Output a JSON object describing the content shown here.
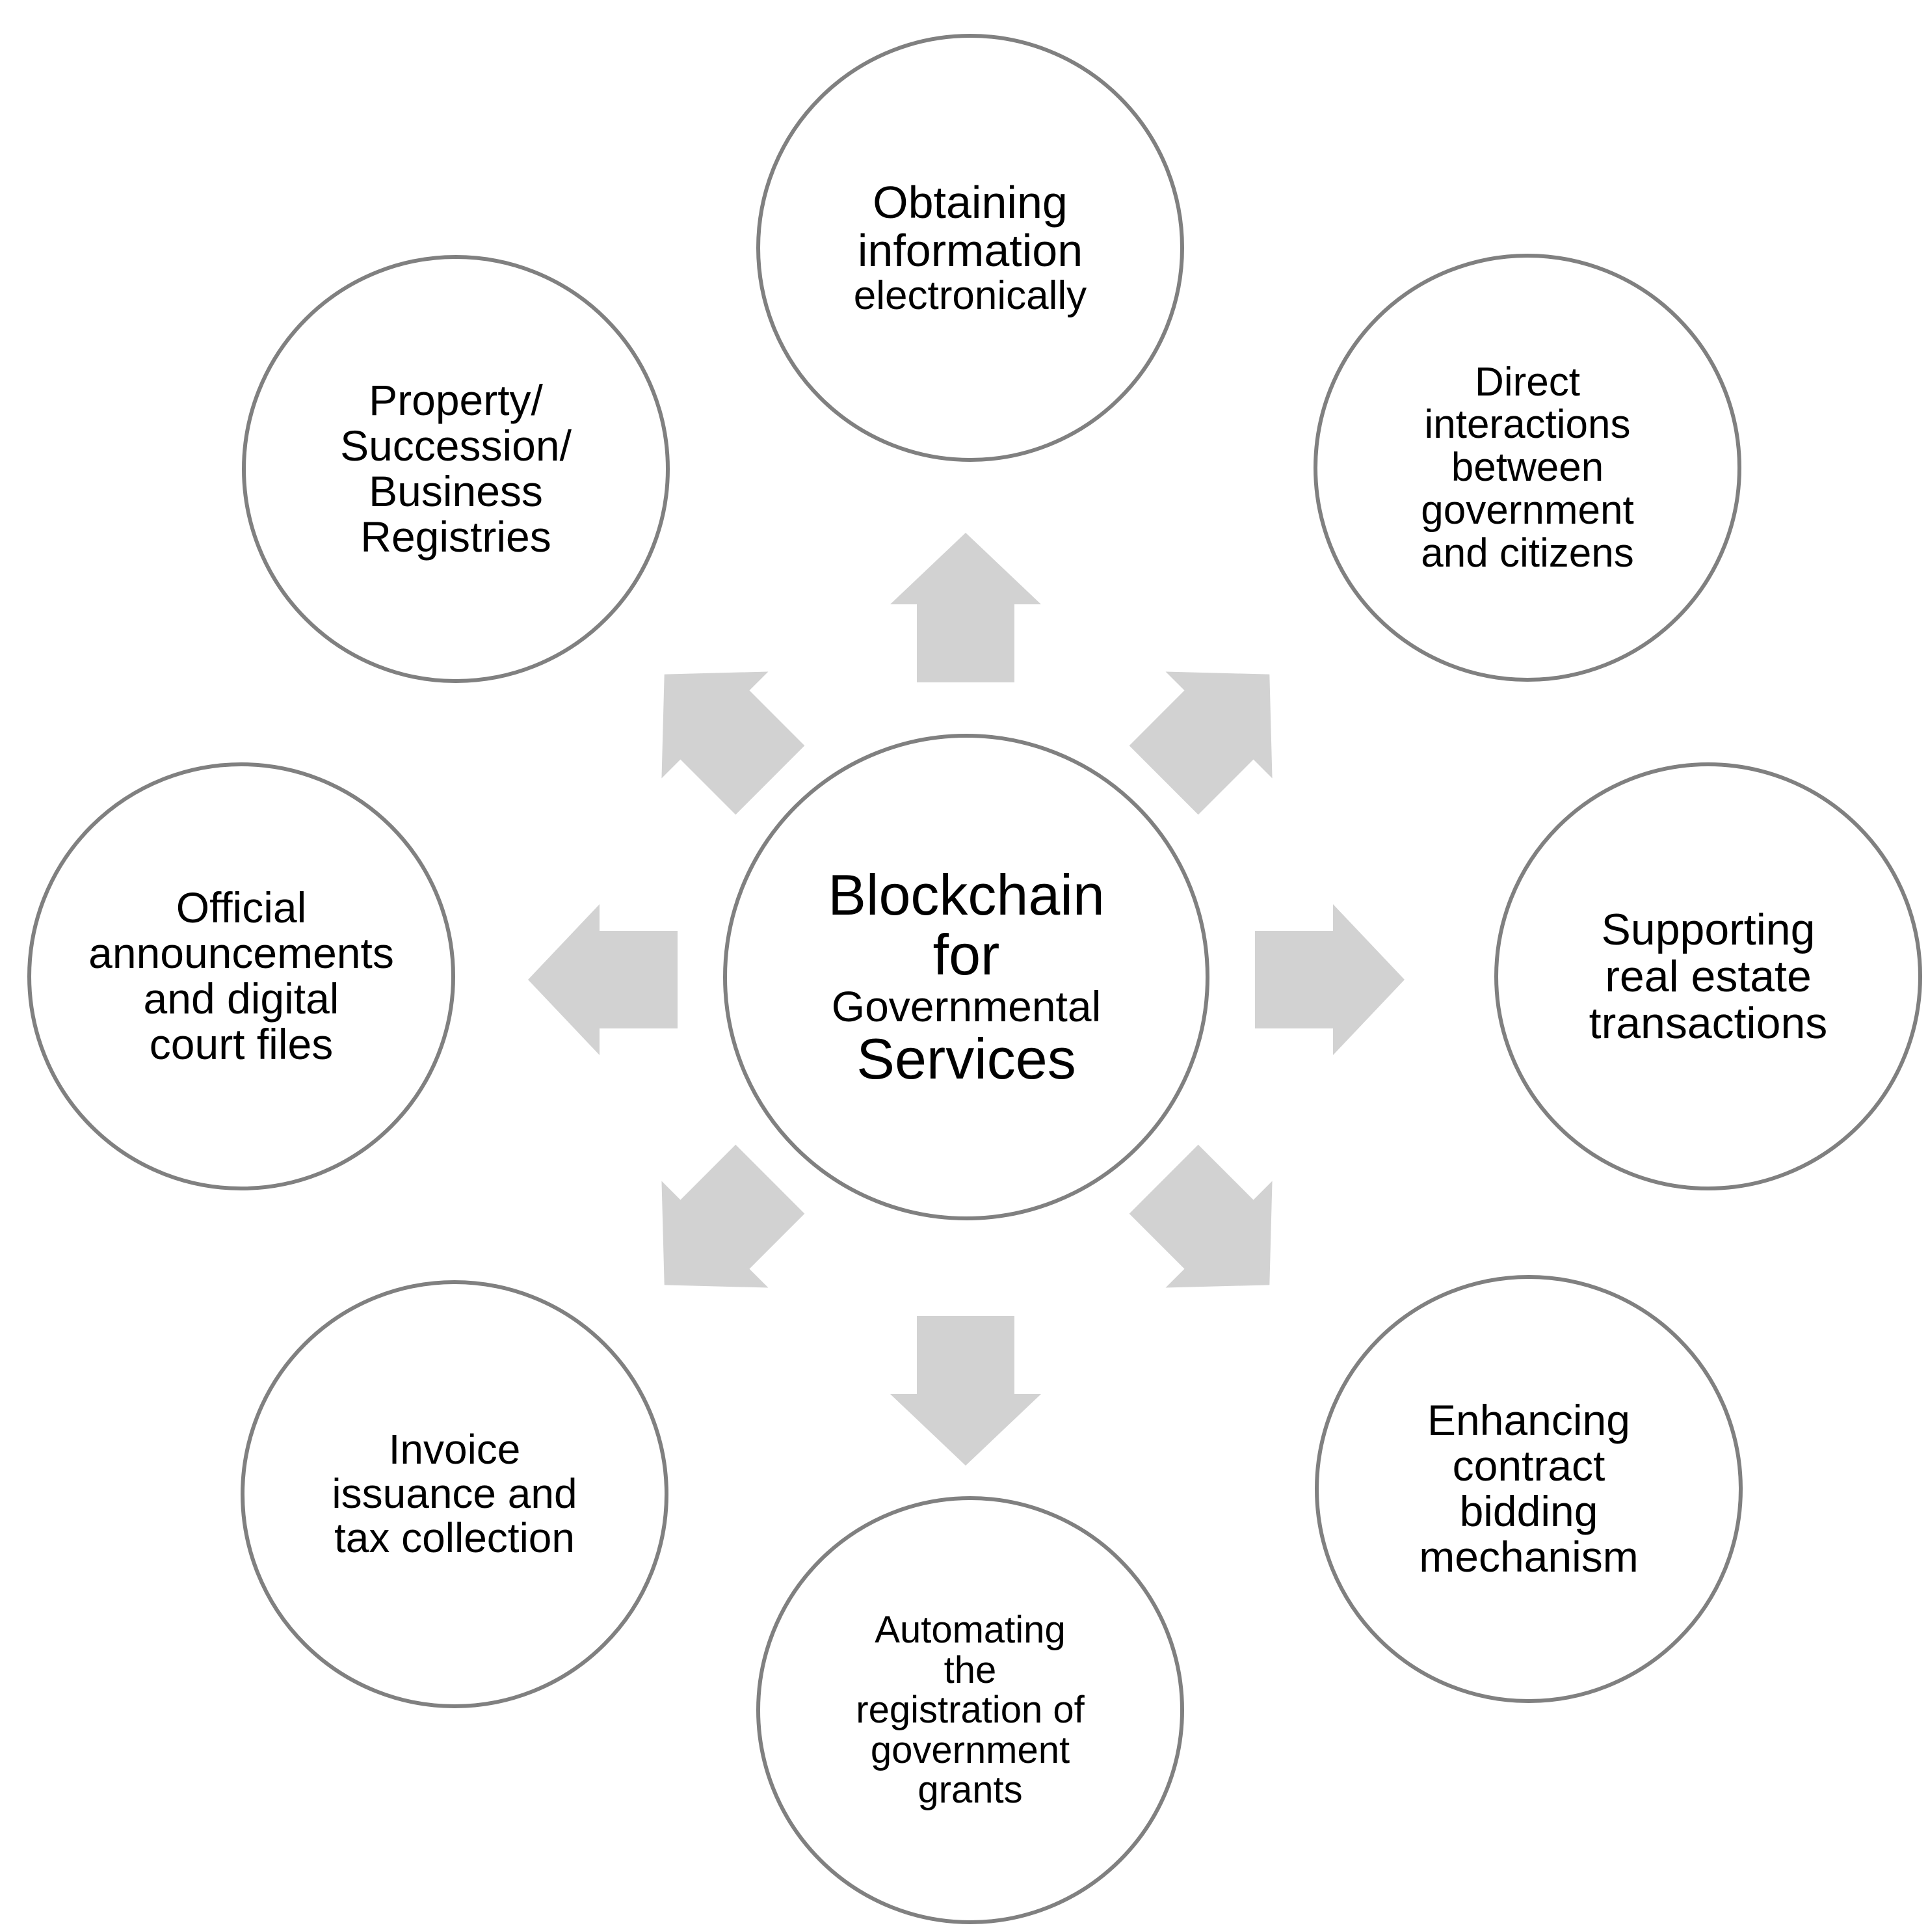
{
  "diagram": {
    "title": "Blockchain for Governmental Services",
    "type": "hub-and-spoke radial diagram",
    "colors": {
      "circle_stroke": "#808080",
      "circle_fill": "#ffffff",
      "arrow_fill": "#d2d2d2",
      "text": "#000000",
      "background": "#ffffff"
    },
    "center": {
      "lines": [
        "Blockchain",
        "for",
        "Governmental",
        "Services"
      ],
      "line1": "Blockchain",
      "line2": "for",
      "line3": "Governmental",
      "line4": "Services"
    },
    "nodes": [
      {
        "id": "obtaining-information-electronically",
        "position": "top",
        "lines": [
          "Obtaining",
          "information",
          "electronically"
        ],
        "line1": "Obtaining",
        "line2": "information",
        "line3": "electronically"
      },
      {
        "id": "direct-interactions-between-government-and-citizens",
        "position": "top-right",
        "lines": [
          "Direct",
          "interactions",
          "between",
          "government",
          "and citizens"
        ],
        "line1": "Direct",
        "line2": "interactions",
        "line3": "between",
        "line4": "government",
        "line5": "and citizens"
      },
      {
        "id": "supporting-real-estate-transactions",
        "position": "right",
        "lines": [
          "Supporting",
          "real estate",
          "transactions"
        ],
        "line1": "Supporting",
        "line2": "real estate",
        "line3": "transactions"
      },
      {
        "id": "enhancing-contract-bidding-mechanism",
        "position": "bottom-right",
        "lines": [
          "Enhancing",
          "contract",
          "bidding",
          "mechanism"
        ],
        "line1": "Enhancing",
        "line2": "contract",
        "line3": "bidding",
        "line4": "mechanism"
      },
      {
        "id": "automating-the-registration-of-government-grants",
        "position": "bottom",
        "lines": [
          "Automating",
          "the",
          "registration of",
          "government",
          "grants"
        ],
        "line1": "Automating",
        "line2": "the",
        "line3": "registration of",
        "line4": "government",
        "line5": "grants"
      },
      {
        "id": "invoice-issuance-and-tax-collection",
        "position": "bottom-left",
        "lines": [
          "Invoice",
          "issuance and",
          "tax collection"
        ],
        "line1": "Invoice",
        "line2": "issuance and",
        "line3": "tax collection"
      },
      {
        "id": "official-announcements-and-digital-court-files",
        "position": "left",
        "lines": [
          "Official",
          "announcements",
          "and digital",
          "court files"
        ],
        "line1": "Official",
        "line2": "announcements",
        "line3": "and digital",
        "line4": "court files"
      },
      {
        "id": "property-succession-business-registries",
        "position": "top-left",
        "lines": [
          "Property/",
          "Succession/",
          "Business",
          "Registries"
        ],
        "line1": "Property/",
        "line2": "Succession/",
        "line3": "Business",
        "line4": "Registries"
      }
    ],
    "arrows": [
      {
        "id": "arrow-up",
        "direction": "up",
        "from": "center",
        "to": "top"
      },
      {
        "id": "arrow-upright",
        "direction": "up-right",
        "from": "center",
        "to": "top-right"
      },
      {
        "id": "arrow-right",
        "direction": "right",
        "from": "center",
        "to": "right"
      },
      {
        "id": "arrow-downright",
        "direction": "down-right",
        "from": "center",
        "to": "bottom-right"
      },
      {
        "id": "arrow-down",
        "direction": "down",
        "from": "center",
        "to": "bottom"
      },
      {
        "id": "arrow-downleft",
        "direction": "down-left",
        "from": "center",
        "to": "bottom-left"
      },
      {
        "id": "arrow-left",
        "direction": "left",
        "from": "center",
        "to": "left"
      },
      {
        "id": "arrow-upleft",
        "direction": "up-left",
        "from": "center",
        "to": "top-left"
      }
    ]
  }
}
